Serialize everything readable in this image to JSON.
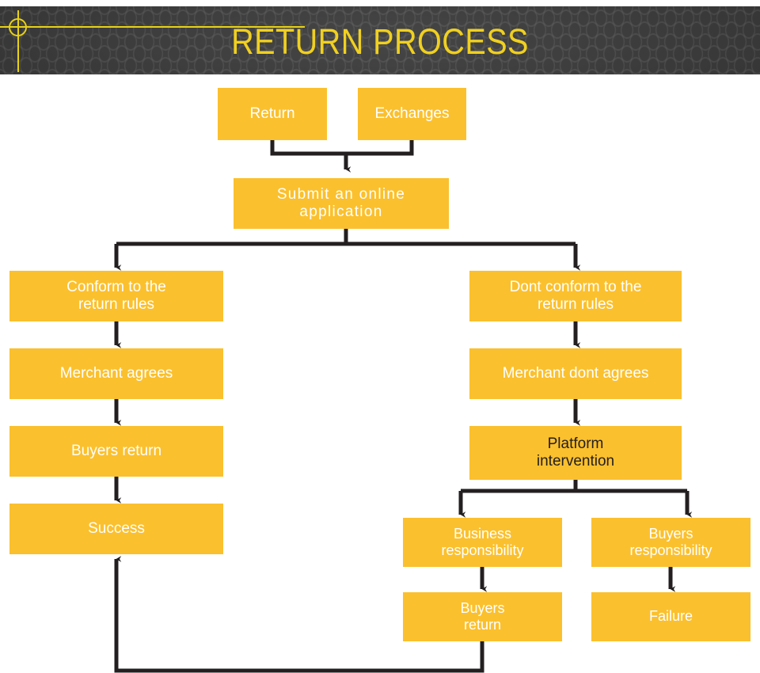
{
  "header": {
    "title": "RETURN PROCESS",
    "ornament": "crosshair-target-icon",
    "background_color": "#3b3b3b",
    "title_color": "#f0d020",
    "accent_color": "#e8d117"
  },
  "theme": {
    "node_fill": "#fbc02d",
    "node_text": "#ffffff",
    "node_text_alt": "#231f20",
    "connector_color": "#231f20",
    "page_background": "#ffffff"
  },
  "flow": {
    "title": "Return Process",
    "nodes": [
      {
        "id": "return",
        "label": "Return"
      },
      {
        "id": "exchanges",
        "label": "Exchanges"
      },
      {
        "id": "submit",
        "label": "Submit an online\napplication"
      },
      {
        "id": "conform",
        "label": "Conform to the\nreturn rules"
      },
      {
        "id": "merchant-agrees",
        "label": "Merchant agrees"
      },
      {
        "id": "buyers-return-left",
        "label": "Buyers return"
      },
      {
        "id": "success",
        "label": "Success"
      },
      {
        "id": "dont-conform",
        "label": "Dont conform to the\nreturn rules"
      },
      {
        "id": "merchant-dont",
        "label": "Merchant dont agrees"
      },
      {
        "id": "platform",
        "label": "Platform\nintervention"
      },
      {
        "id": "business-resp",
        "label": "Business\nresponsibility"
      },
      {
        "id": "buyers-resp",
        "label": "Buyers\nresponsibility"
      },
      {
        "id": "buyers-return-right",
        "label": "Buyers\nreturn"
      },
      {
        "id": "failure",
        "label": "Failure"
      }
    ],
    "edges": [
      {
        "from": "return",
        "to": "submit",
        "type": "merge-down"
      },
      {
        "from": "exchanges",
        "to": "submit",
        "type": "merge-down"
      },
      {
        "from": "submit",
        "to": "conform",
        "type": "split-down"
      },
      {
        "from": "submit",
        "to": "dont-conform",
        "type": "split-down"
      },
      {
        "from": "conform",
        "to": "merchant-agrees",
        "type": "straight-down"
      },
      {
        "from": "merchant-agrees",
        "to": "buyers-return-left",
        "type": "straight-down"
      },
      {
        "from": "buyers-return-left",
        "to": "success",
        "type": "straight-down"
      },
      {
        "from": "dont-conform",
        "to": "merchant-dont",
        "type": "straight-down"
      },
      {
        "from": "merchant-dont",
        "to": "platform",
        "type": "straight-down"
      },
      {
        "from": "platform",
        "to": "business-resp",
        "type": "split-down"
      },
      {
        "from": "platform",
        "to": "buyers-resp",
        "type": "split-down"
      },
      {
        "from": "business-resp",
        "to": "buyers-return-right",
        "type": "straight-down"
      },
      {
        "from": "buyers-resp",
        "to": "failure",
        "type": "straight-down"
      },
      {
        "from": "buyers-return-right",
        "to": "success",
        "type": "feedback-loop-up"
      }
    ]
  }
}
